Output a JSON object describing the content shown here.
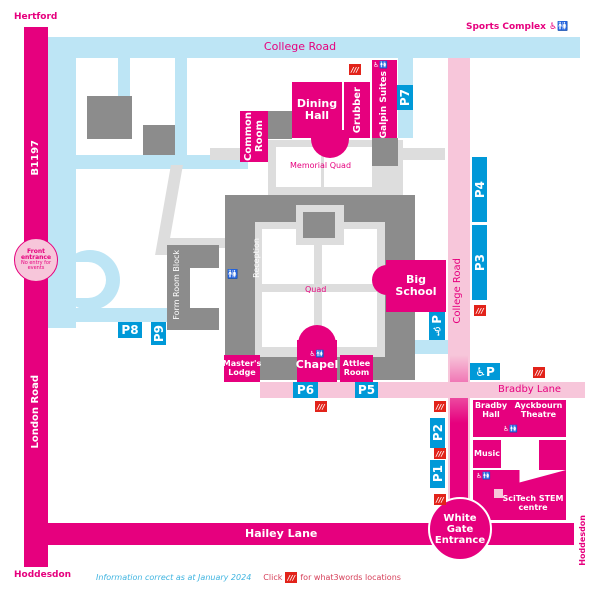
{
  "places": {
    "hertford": "Hertford",
    "sports_complex": "Sports Complex",
    "hoddesdon_left": "Hoddesdon",
    "hoddesdon_right": "Hoddesdon"
  },
  "roads": {
    "college_road_top": "College Road",
    "college_road_side": "College Road",
    "b1197": "B1197",
    "london_road": "London Road",
    "hailey_lane": "Hailey Lane",
    "bradby_lane": "Bradby Lane"
  },
  "entrances": {
    "front_title": "Front entrance",
    "front_note": "No entry for events",
    "white_gate": "White Gate Entrance"
  },
  "buildings": {
    "dining_hall": "Dining Hall",
    "grubber": "Grubber",
    "galpin_suites": "Galpin Suites",
    "common_room": "Common Room",
    "memorial_quad": "Memorial Quad",
    "quad": "Quad",
    "reception": "Reception",
    "form_room_block": "Form Room Block",
    "big_school": "Big School",
    "chapel": "Chapel",
    "masters_lodge": "Master's Lodge",
    "attlee_room": "Attlee Room",
    "bradby_hall": "Bradby Hall",
    "ayckbourn_theatre": "Ayckbourn Theatre",
    "music": "Music",
    "scitech": "SciTech STEM centre"
  },
  "parking": {
    "p1": "P1",
    "p2": "P2",
    "p3": "P3",
    "p4": "P4",
    "p5": "P5",
    "p6": "P6",
    "p7": "P7",
    "p8": "P8",
    "p9": "P9",
    "accessible": "P"
  },
  "w3w_label": "///",
  "icons": {
    "accessible": "♿",
    "toilets": "🚹🚺"
  },
  "footer": {
    "info": "Information correct as at January 2024",
    "click": "Click",
    "w3w": "for what3words locations"
  },
  "colors": {
    "brand": "#e6007e",
    "path": "#bde5f5",
    "building": "#8c8c8c",
    "parking": "#0099d8",
    "w3w": "#e2231a",
    "lane": "#f7c6da"
  }
}
